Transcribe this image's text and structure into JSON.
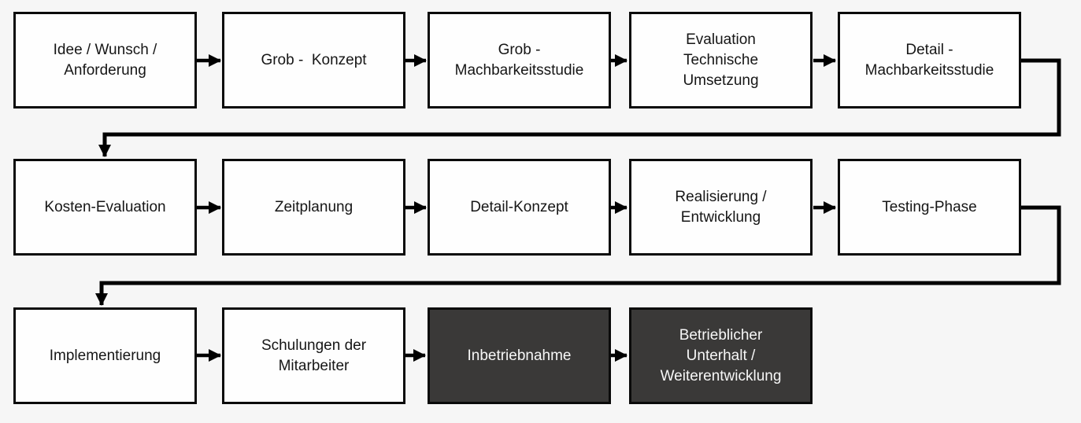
{
  "diagram": {
    "type": "process-flowchart",
    "language": "de",
    "colors": {
      "background": "#f6f6f6",
      "box_fill": "#fefefe",
      "box_fill_dark": "#3a3938",
      "border": "#0a0a0a",
      "text": "#161616",
      "text_inverse": "#f7f7f7",
      "arrow": "#000000"
    },
    "rows": [
      {
        "stages": [
          {
            "label": "Idee / Wunsch /\nAnforderung",
            "variant": "light"
          },
          {
            "label": "Grob -  Konzept",
            "variant": "light"
          },
          {
            "label": "Grob -\nMachbarkeitsstudie",
            "variant": "light"
          },
          {
            "label": "Evaluation\nTechnische\nUmsetzung",
            "variant": "light"
          },
          {
            "label": "Detail -\nMachbarkeitsstudie",
            "variant": "light"
          }
        ]
      },
      {
        "stages": [
          {
            "label": "Kosten-Evaluation",
            "variant": "light"
          },
          {
            "label": "Zeitplanung",
            "variant": "light"
          },
          {
            "label": "Detail-Konzept",
            "variant": "light"
          },
          {
            "label": "Realisierung /\nEntwicklung",
            "variant": "light"
          },
          {
            "label": "Testing-Phase",
            "variant": "light"
          }
        ]
      },
      {
        "stages": [
          {
            "label": "Implementierung",
            "variant": "light"
          },
          {
            "label": "Schulungen der\nMitarbeiter",
            "variant": "light"
          },
          {
            "label": "Inbetriebnahme",
            "variant": "dark"
          },
          {
            "label": "Betrieblicher\nUnterhalt /\nWeiterentwicklung",
            "variant": "dark"
          }
        ]
      }
    ],
    "flow_order": [
      "Idee / Wunsch / Anforderung",
      "Grob - Konzept",
      "Grob - Machbarkeitsstudie",
      "Evaluation Technische Umsetzung",
      "Detail - Machbarkeitsstudie",
      "Kosten-Evaluation",
      "Zeitplanung",
      "Detail-Konzept",
      "Realisierung / Entwicklung",
      "Testing-Phase",
      "Implementierung",
      "Schulungen der Mitarbeiter",
      "Inbetriebnahme",
      "Betrieblicher Unterhalt / Weiterentwicklung"
    ]
  }
}
